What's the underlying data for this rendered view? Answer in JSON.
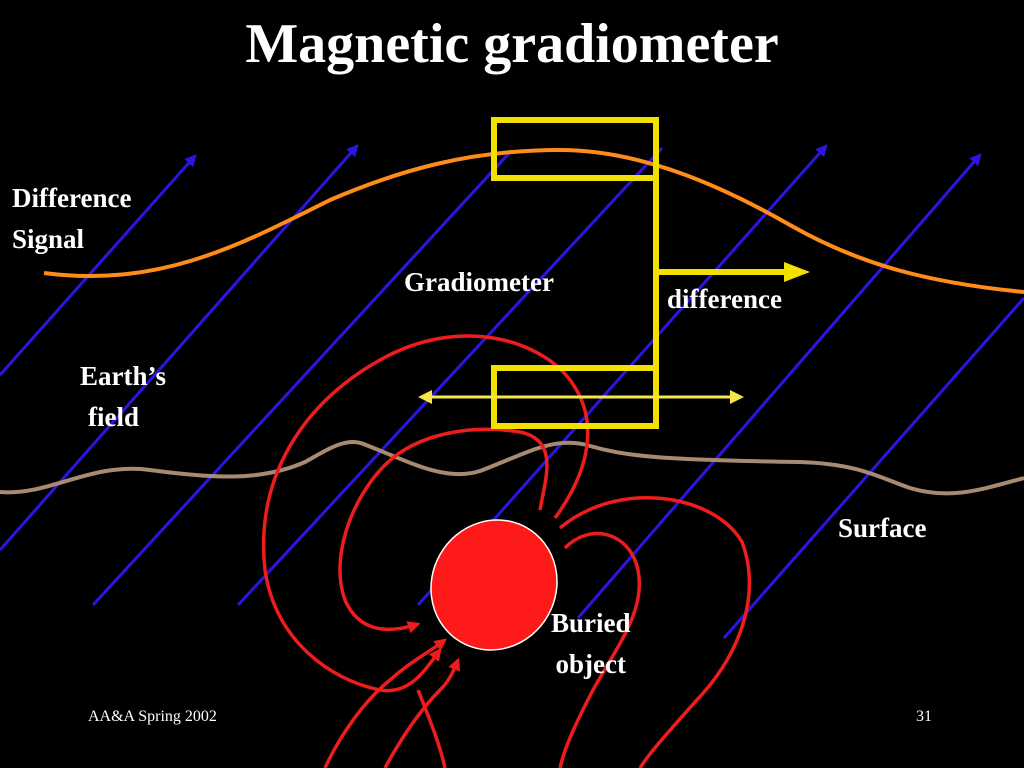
{
  "slide": {
    "title": "Magnetic gradiometer",
    "labels": {
      "difference_signal": [
        "Difference",
        "Signal"
      ],
      "gradiometer": "Gradiometer",
      "difference": "difference",
      "earths_field": [
        "Earth’s",
        "field"
      ],
      "surface": "Surface",
      "buried_object": [
        "Buried",
        "object"
      ]
    },
    "footer": {
      "left": "AA&A Spring 2002",
      "page_number": "31"
    }
  },
  "colors": {
    "background": "#000000",
    "text": "#ffffff",
    "earth_field_lines": "#2a16e0",
    "difference_signal_curve": "#ff8c1a",
    "gradiometer_frame": "#f2e100",
    "motion_arrow": "#f5e64a",
    "surface_line": "#a68a72",
    "buried_object": "#ff1a1a",
    "object_field_lines": "#ee1c1c"
  }
}
